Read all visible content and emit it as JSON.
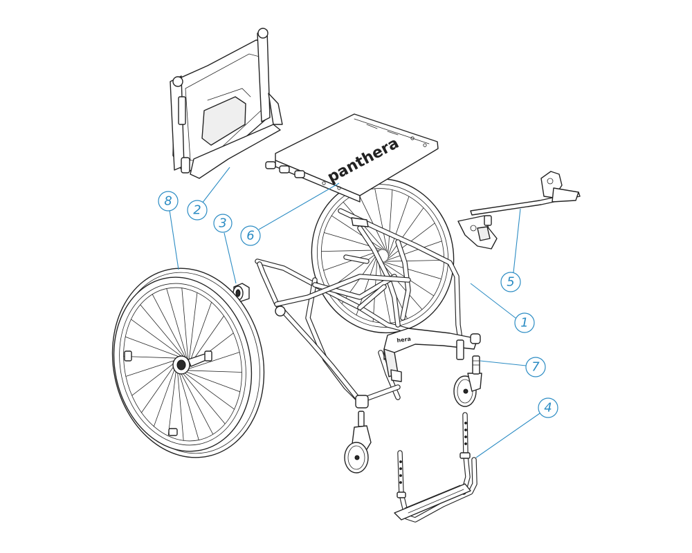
{
  "diagram": {
    "brand_label": "panthera",
    "frame_brand_label": "hera",
    "callouts": [
      {
        "id": "callout-1",
        "label": "1",
        "part": "frame"
      },
      {
        "id": "callout-2",
        "label": "2",
        "part": "backrest"
      },
      {
        "id": "callout-3",
        "label": "3",
        "part": "quick-release-axle"
      },
      {
        "id": "callout-4",
        "label": "4",
        "part": "footrest"
      },
      {
        "id": "callout-5",
        "label": "5",
        "part": "brake"
      },
      {
        "id": "callout-6",
        "label": "6",
        "part": "seat-plate"
      },
      {
        "id": "callout-7",
        "label": "7",
        "part": "caster-fork"
      },
      {
        "id": "callout-8",
        "label": "8",
        "part": "rear-wheel"
      }
    ],
    "colors": {
      "callout": "#2a8bc3",
      "line": "#222222",
      "background": "#ffffff"
    }
  }
}
